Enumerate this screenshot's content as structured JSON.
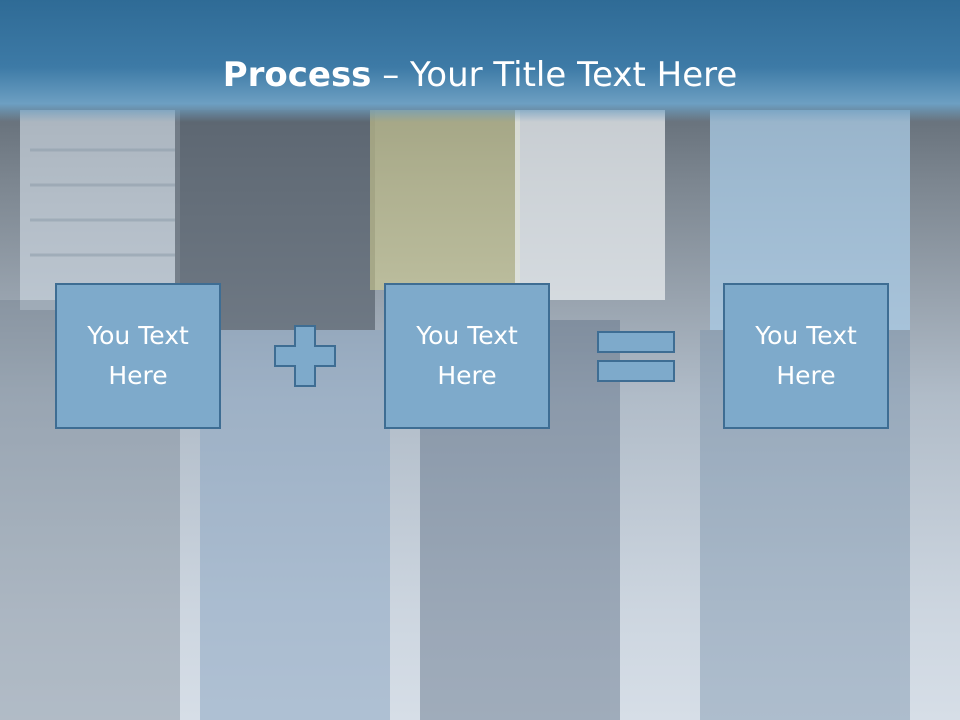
{
  "slide": {
    "title_bold": "Process",
    "title_rest": " – Your Title Text Here",
    "boxes": [
      {
        "text": "You Text Here"
      },
      {
        "text": "You Text Here"
      },
      {
        "text": "You Text Here"
      }
    ],
    "operators": [
      "plus-icon",
      "equals-icon"
    ],
    "colors": {
      "header": "#3d7aa6",
      "box_fill": "#7eaacb",
      "box_border": "#3e6d93",
      "text": "#ffffff"
    }
  }
}
